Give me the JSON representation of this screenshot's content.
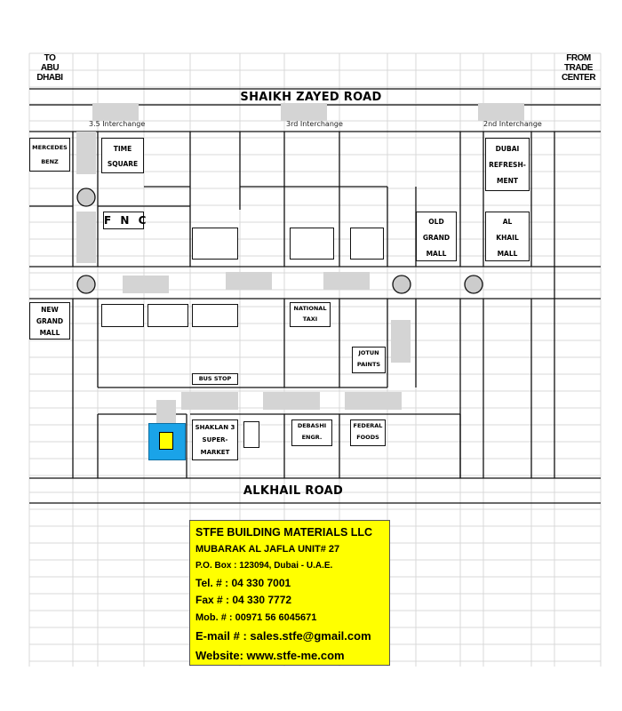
{
  "corners": {
    "to_abu_dhabi": [
      "TO",
      "ABU",
      "DHABI"
    ],
    "from_trade_center": [
      "FROM",
      "TRADE",
      "CENTER"
    ]
  },
  "roads": {
    "top": "SHAIKH ZAYED ROAD",
    "bottom": "ALKHAIL ROAD"
  },
  "interchanges": {
    "i35": "3.5 Interchange",
    "i3": "3rd Interchange",
    "i2": "2nd Interchange"
  },
  "places": {
    "mercedes": [
      "MERCEDES",
      "BENZ"
    ],
    "time_square": [
      "TIME",
      "SQUARE"
    ],
    "fnc": "F N C",
    "dubai_refreshment": [
      "DUBAI",
      "REFRESH-",
      "MENT"
    ],
    "old_grand_mall": [
      "OLD",
      "GRAND",
      "MALL"
    ],
    "al_khail_mall": [
      "AL",
      "KHAIL",
      "MALL"
    ],
    "new_grand_mall": [
      "NEW",
      "GRAND",
      "MALL"
    ],
    "national_taxi": [
      "NATIONAL",
      "TAXI"
    ],
    "jotun": [
      "JOTUN",
      "PAINTS"
    ],
    "bus_stop": "BUS STOP",
    "shaklan": [
      "SHAKLAN 3",
      "SUPER-",
      "MARKET"
    ],
    "debashi": [
      "DEBASHI",
      "ENGR."
    ],
    "federal": [
      "FEDERAL",
      "FOODS"
    ]
  },
  "company": {
    "name": "STFE BUILDING MATERIALS LLC",
    "unit": "MUBARAK AL JAFLA UNIT# 27",
    "pobox": "P.O. Box : 123094, Dubai - U.A.E.",
    "tel": "Tel. # : 04 330 7001",
    "fax": "Fax # : 04 330 7772",
    "mob": "Mob. # : 00971 56 6045671",
    "email": "E-mail # : sales.stfe@gmail.com",
    "website": "Website: www.stfe-me.com"
  },
  "colors": {
    "highlight": "#ffff00",
    "location_marker": "#1aa3e8",
    "arrow_background": "#d4d4d4",
    "grid": "#d8d8d8"
  }
}
